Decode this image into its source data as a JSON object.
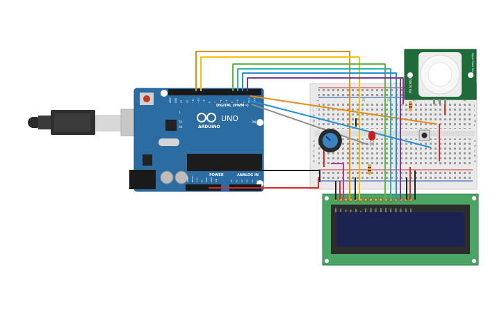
{
  "arduino": {
    "brand": "ARDUINO",
    "model": "UNO",
    "digital_label": "DIGITAL (PWM~)",
    "power_label": "POWER",
    "analog_label": "ANALOG IN",
    "on_label": "ON",
    "tx_label": "TX",
    "rx_label": "RX",
    "l_label": "L",
    "digital_pins": [
      "AREF",
      "GND",
      "13",
      "12",
      "~11",
      "~10",
      "~9",
      "8",
      "7",
      "~6",
      "~5",
      "4",
      "~3",
      "2",
      "TX 1",
      "RX 0"
    ],
    "power_pins": [
      "IOREF",
      "RESET",
      "3.3V",
      "5V",
      "GND",
      "GND",
      "VIN"
    ],
    "analog_pins": [
      "A0",
      "A1",
      "A2",
      "A3",
      "A4",
      "A5"
    ]
  },
  "breadboard": {
    "row_letters_top": [
      "j",
      "i",
      "h",
      "g",
      "f"
    ],
    "row_letters_bottom": [
      "e",
      "d",
      "c",
      "b",
      "a"
    ],
    "col_numbers": [
      "1",
      "",
      "",
      "",
      "",
      "",
      "",
      "",
      "",
      "10",
      "",
      "",
      "",
      "",
      "15",
      "",
      "",
      "",
      "",
      "20",
      "",
      "",
      "",
      "",
      "25",
      "",
      "",
      "",
      "",
      "30"
    ]
  },
  "pir_sensor": {
    "label": "PIR SENSOR",
    "pins": [
      "Signal",
      "Power",
      "Ground"
    ]
  },
  "lcd": {
    "pins": [
      "GND",
      "VCC",
      "V0",
      "RS",
      "RW",
      "E",
      "DB0",
      "DB1",
      "DB2",
      "DB3",
      "DB4",
      "DB5",
      "DB6",
      "DB7",
      "LED",
      "LED"
    ]
  },
  "colors": {
    "board": "#2b6ca3",
    "board_edge": "#1f5585",
    "breadboard": "#e9e9e9",
    "lcd_pcb": "#4aa565",
    "lcd_screen": "#1b2450",
    "pir_pcb": "#1f6b3a",
    "wire_orange": "#e88a0e",
    "wire_yellow": "#f3c20a",
    "wire_green": "#5fb546",
    "wire_teal": "#2fb3a6",
    "wire_blue": "#1f8fd6",
    "wire_purple": "#7a3a96",
    "wire_gray": "#8c8c8c",
    "wire_red": "#d42b2b",
    "wire_black": "#222222",
    "wire_magenta": "#b23a98"
  }
}
